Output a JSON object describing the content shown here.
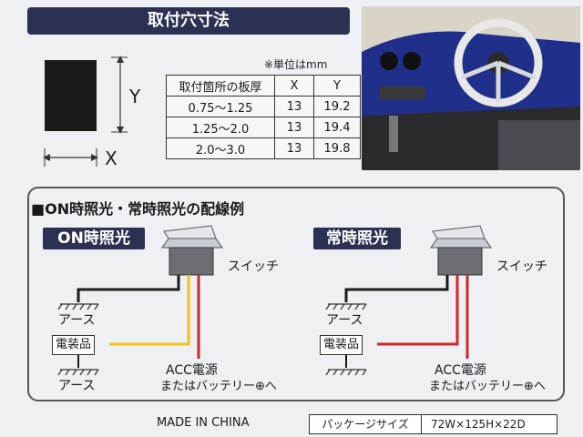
{
  "title": "取付穴寸法",
  "unit_note": "※単位はmm",
  "dimension_labels": {
    "y": "Y",
    "x": "X"
  },
  "table": {
    "headers": [
      "取付箇所の板厚",
      "X",
      "Y"
    ],
    "rows": [
      [
        "0.75～1.25",
        "13",
        "19.2"
      ],
      [
        "1.25～2.0",
        "13",
        "19.4"
      ],
      [
        "2.0～3.0",
        "13",
        "19.8"
      ]
    ]
  },
  "wiring": {
    "heading": "■ON時照光・常時照光の配線例",
    "left": {
      "badge": "ON時照光",
      "switch_label": "スイッチ",
      "ground_top": "アース",
      "device": "電装品",
      "ground_bottom": "アース",
      "acc_line1": "ACC電源",
      "acc_line2": "またはバッテリー⊕へ"
    },
    "right": {
      "badge": "常時照光",
      "switch_label": "スイッチ",
      "ground_top": "アース",
      "device": "電装品",
      "acc_line1": "ACC電源",
      "acc_line2": "またはバッテリー⊕へ"
    },
    "wire_colors": {
      "black": "#1b1b1b",
      "red": "#d0262a",
      "yellow": "#f2c21b"
    }
  },
  "footer": {
    "made_in": "MADE IN CHINA",
    "package_label": "パッケージサイズ",
    "package_value": "72W×125H×22D"
  }
}
